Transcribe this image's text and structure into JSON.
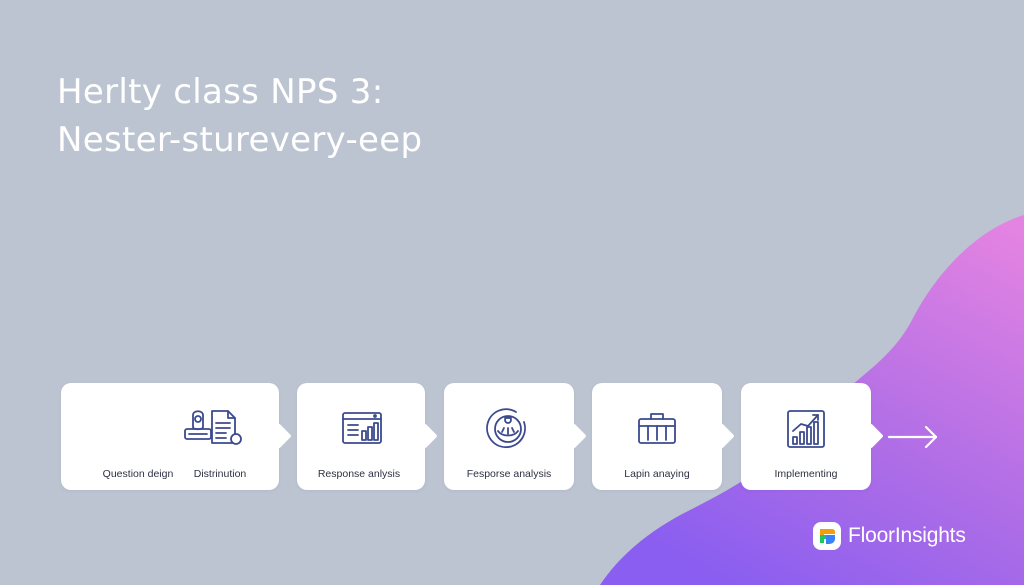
{
  "header": {
    "line1": "Herlty class NPS 3:",
    "line2": "Nester-sturevery-eep"
  },
  "steps": [
    {
      "label": "Question deign",
      "icon": "user-badge-icon"
    },
    {
      "label": "Distrinution",
      "icon": "document-icon"
    },
    {
      "label": "Response anlysis",
      "icon": "browser-chart-icon"
    },
    {
      "label": "Fesporse analysis",
      "icon": "gauge-icon"
    },
    {
      "label": "Lapin anaying",
      "icon": "briefcase-icon"
    },
    {
      "label": "Implementing",
      "icon": "growth-chart-icon"
    }
  ],
  "brand": {
    "name": "FloorInsights",
    "icon": "floorinsights-logo-icon"
  },
  "colors": {
    "background": "#bcc4d1",
    "blob_start": "#e07fe0",
    "blob_end": "#8d5ff0",
    "icon_stroke": "#3b4a8f",
    "card": "#ffffff"
  }
}
